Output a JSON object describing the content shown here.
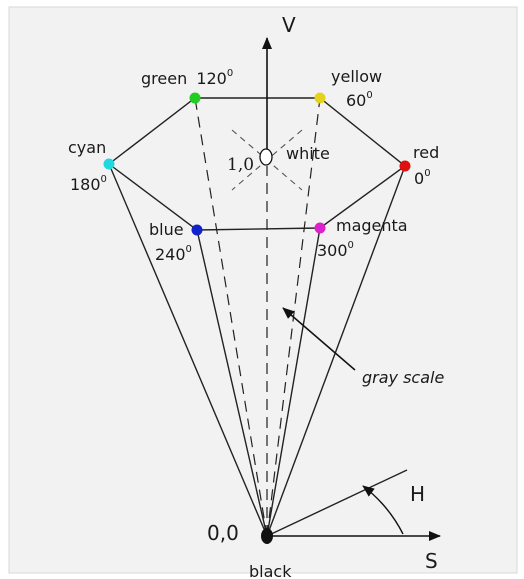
{
  "diagram": {
    "axes": {
      "value_label": "V",
      "saturation_label": "S",
      "hue_label": "H"
    },
    "apex": {
      "coord": "0,0",
      "label": "black"
    },
    "center": {
      "coord": "1,0",
      "label": "white"
    },
    "annotation": "gray scale",
    "vertices": [
      {
        "name": "green",
        "angle": "120",
        "color": "#22cc22"
      },
      {
        "name": "yellow",
        "angle": "60",
        "color": "#e6d21e"
      },
      {
        "name": "red",
        "angle": "0",
        "color": "#dd1111"
      },
      {
        "name": "magenta",
        "angle": "300",
        "color": "#dd22cc"
      },
      {
        "name": "blue",
        "angle": "240",
        "color": "#1122cc"
      },
      {
        "name": "cyan",
        "angle": "180",
        "color": "#22d8e0"
      }
    ],
    "degree_sign": "0"
  }
}
